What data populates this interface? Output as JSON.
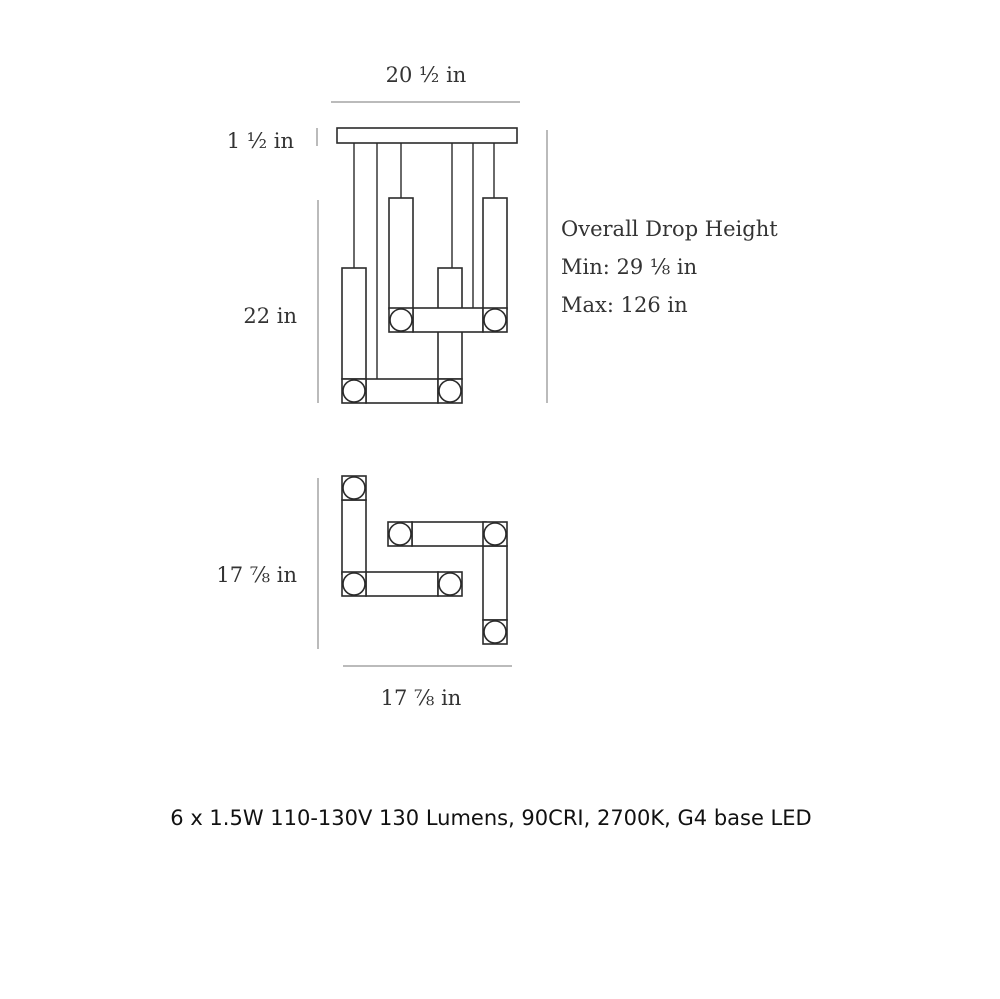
{
  "dimensions": {
    "canopy_width": "20 ½ in",
    "canopy_height": "1 ½ in",
    "fixture_height": "22 in",
    "plan_depth": "17 ⅞ in",
    "plan_width": "17 ⅞ in"
  },
  "drop_height": {
    "title": "Overall Drop Height",
    "min": "Min:  29 ⅛ in",
    "max": "Max: 126 in"
  },
  "spec": "6 x 1.5W 110-130V 130 Lumens, 90CRI, 2700K, G4 base LED"
}
